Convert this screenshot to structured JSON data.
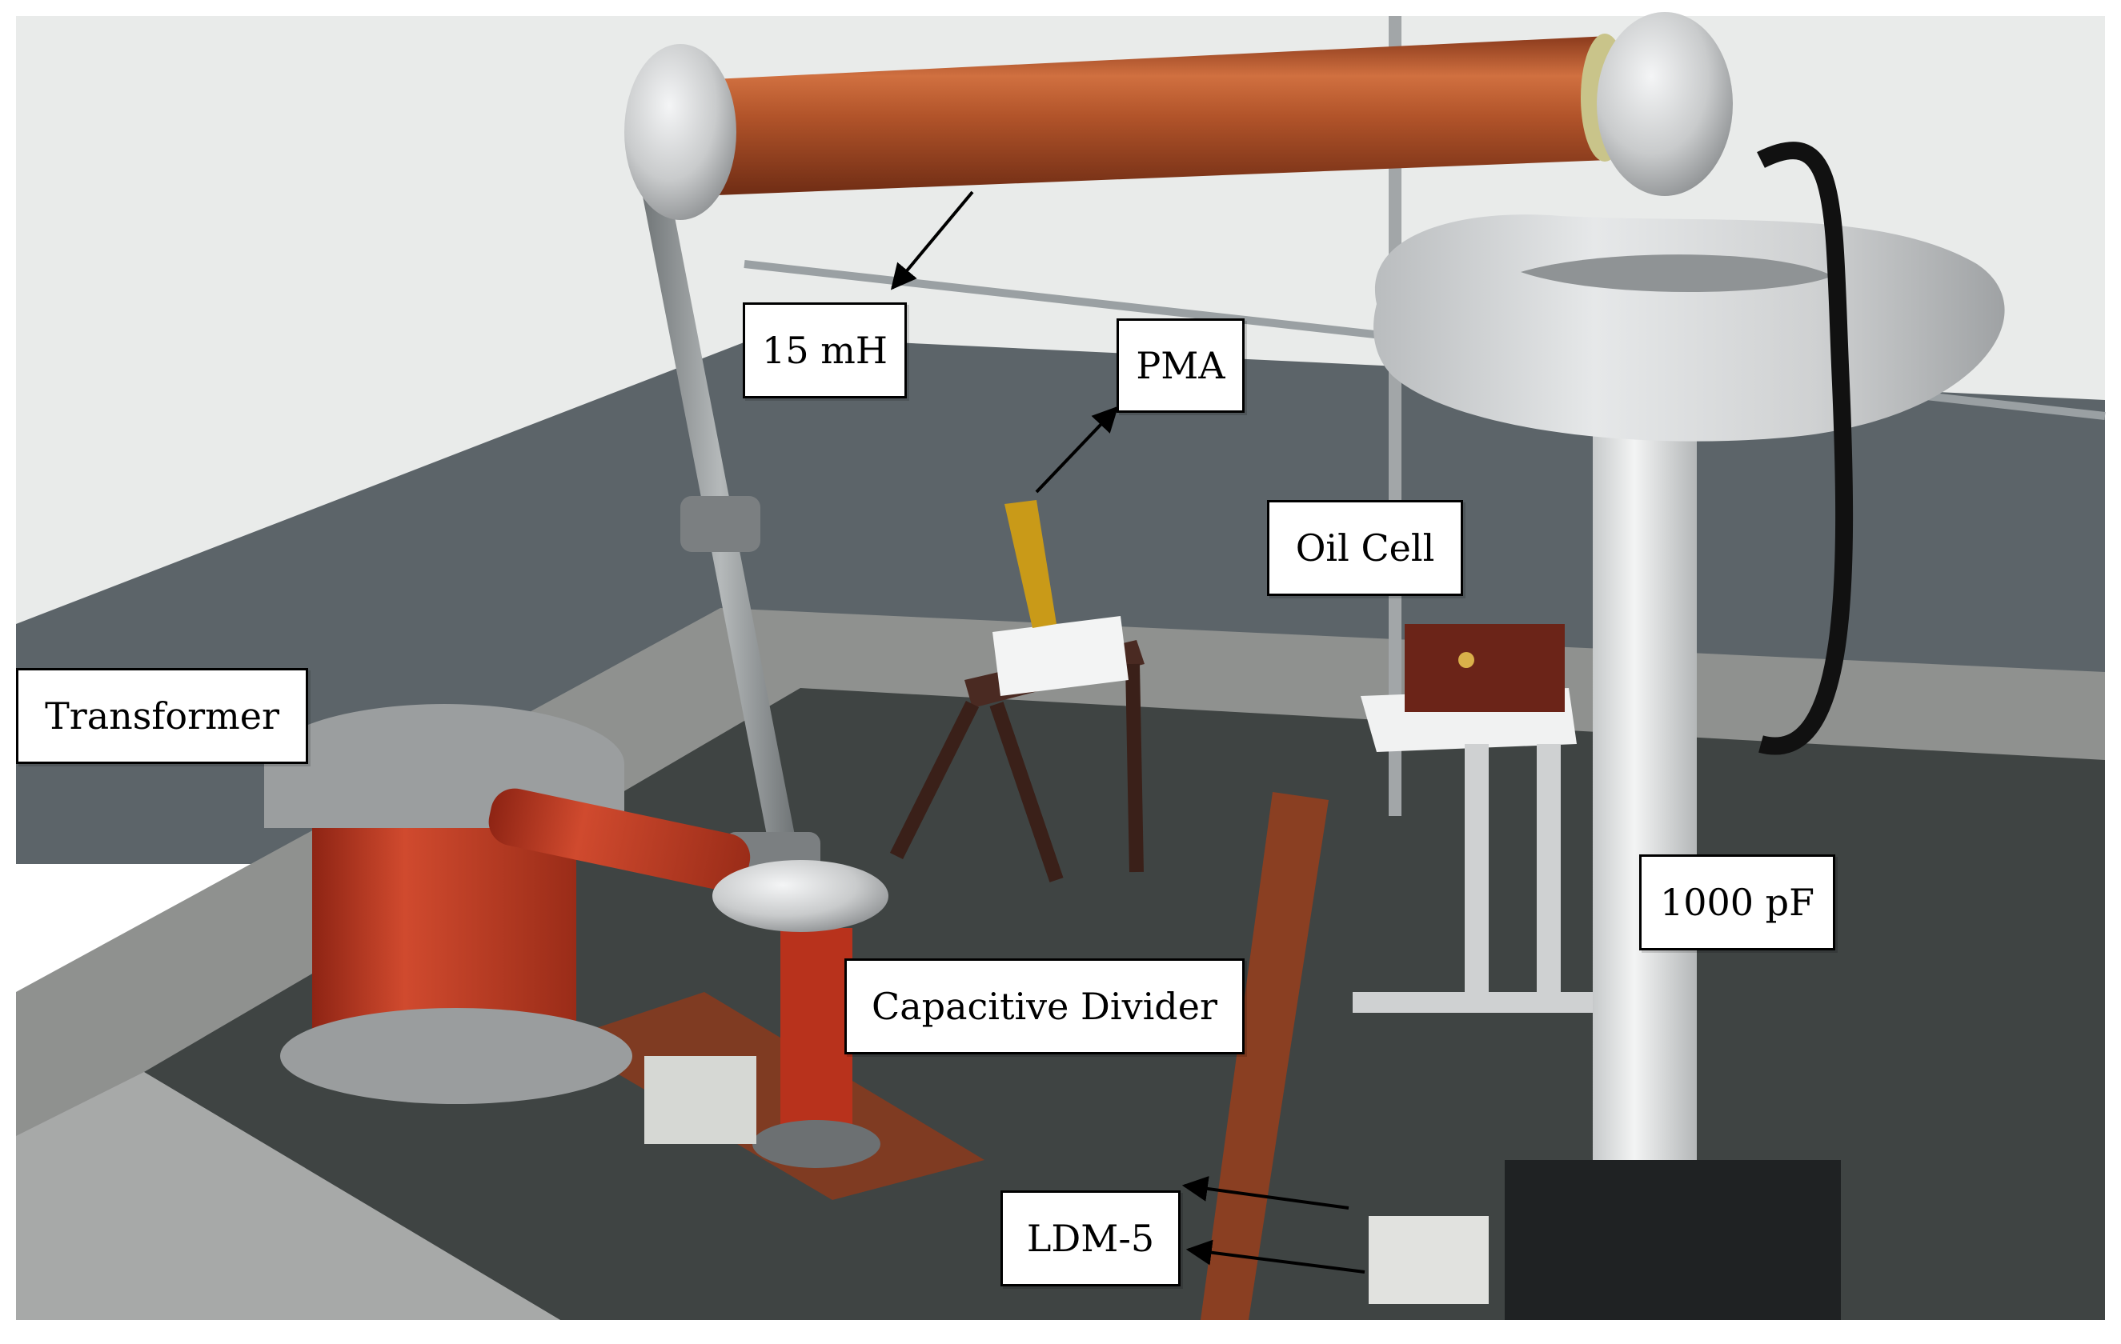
{
  "labels": {
    "inductor": "15 mH",
    "pma": "PMA",
    "oil_cell": "Oil Cell",
    "transformer": "Transformer",
    "capacitor": "1000 pF",
    "capacitive_divider": "Capacitive Divider",
    "ldm": "LDM-5"
  },
  "colors": {
    "wall_white": "#e9ebea",
    "wall_grey": "#5c6469",
    "floor": "#8f918f",
    "mat": "#3f4443",
    "copper": "#b2542a",
    "aluminium": "#c9cbcc",
    "transformer_red": "#c23a25",
    "wood": "#4a2a22",
    "oil_cell_wood": "#6b2418",
    "pma_yellow": "#c99a18",
    "label_border": "#000000",
    "arrow": "#000000"
  }
}
